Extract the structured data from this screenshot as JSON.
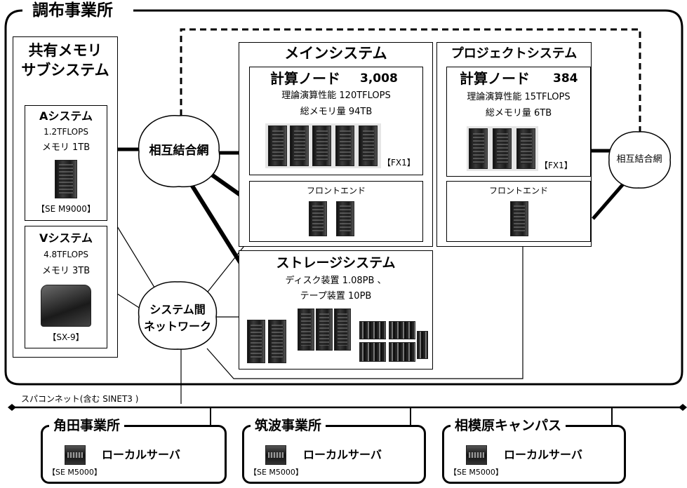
{
  "chofu": {
    "title": "調布事業所"
  },
  "shared_memory": {
    "title_line1": "共有メモリ",
    "title_line2": "サブシステム",
    "a_system": {
      "name": "Aシステム",
      "perf": "1.2TFLOPS",
      "memory": "メモリ 1TB",
      "model": "【SE M9000】"
    },
    "v_system": {
      "name": "Vシステム",
      "perf": "4.8TFLOPS",
      "memory": "メモリ 3TB",
      "model": "【SX-9】"
    }
  },
  "main_system": {
    "title": "メインシステム",
    "compute_label": "計算ノード",
    "compute_count": "3,008",
    "perf": "理論演算性能  120TFLOPS",
    "memory": "総メモリ量  94TB",
    "model": "【FX1】",
    "frontend": "フロントエンド"
  },
  "project_system": {
    "title": "プロジェクトシステム",
    "compute_label": "計算ノード",
    "compute_count": "384",
    "perf": "理論演算性能  15TFLOPS",
    "memory": "総メモリ量  6TB",
    "model": "【FX1】",
    "frontend": "フロントエンド"
  },
  "storage": {
    "title": "ストレージシステム",
    "disk": "ディスク装置  1.08PB 、",
    "tape": "テープ装置  10PB"
  },
  "interconnect_main": "相互結合網",
  "interconnect_project": "相互結合網",
  "intersystem_line1": "システム間",
  "intersystem_line2": "ネットワーク",
  "network": {
    "label": "スパコンネット(含む  SINET3  )"
  },
  "sites": [
    {
      "name": "角田事業所",
      "server": "ローカルサーバ",
      "model": "【SE M5000】"
    },
    {
      "name": "筑波事業所",
      "server": "ローカルサーバ",
      "model": "【SE M5000】"
    },
    {
      "name": "相模原キャンパス",
      "server": "ローカルサーバ",
      "model": "【SE M5000】"
    }
  ]
}
